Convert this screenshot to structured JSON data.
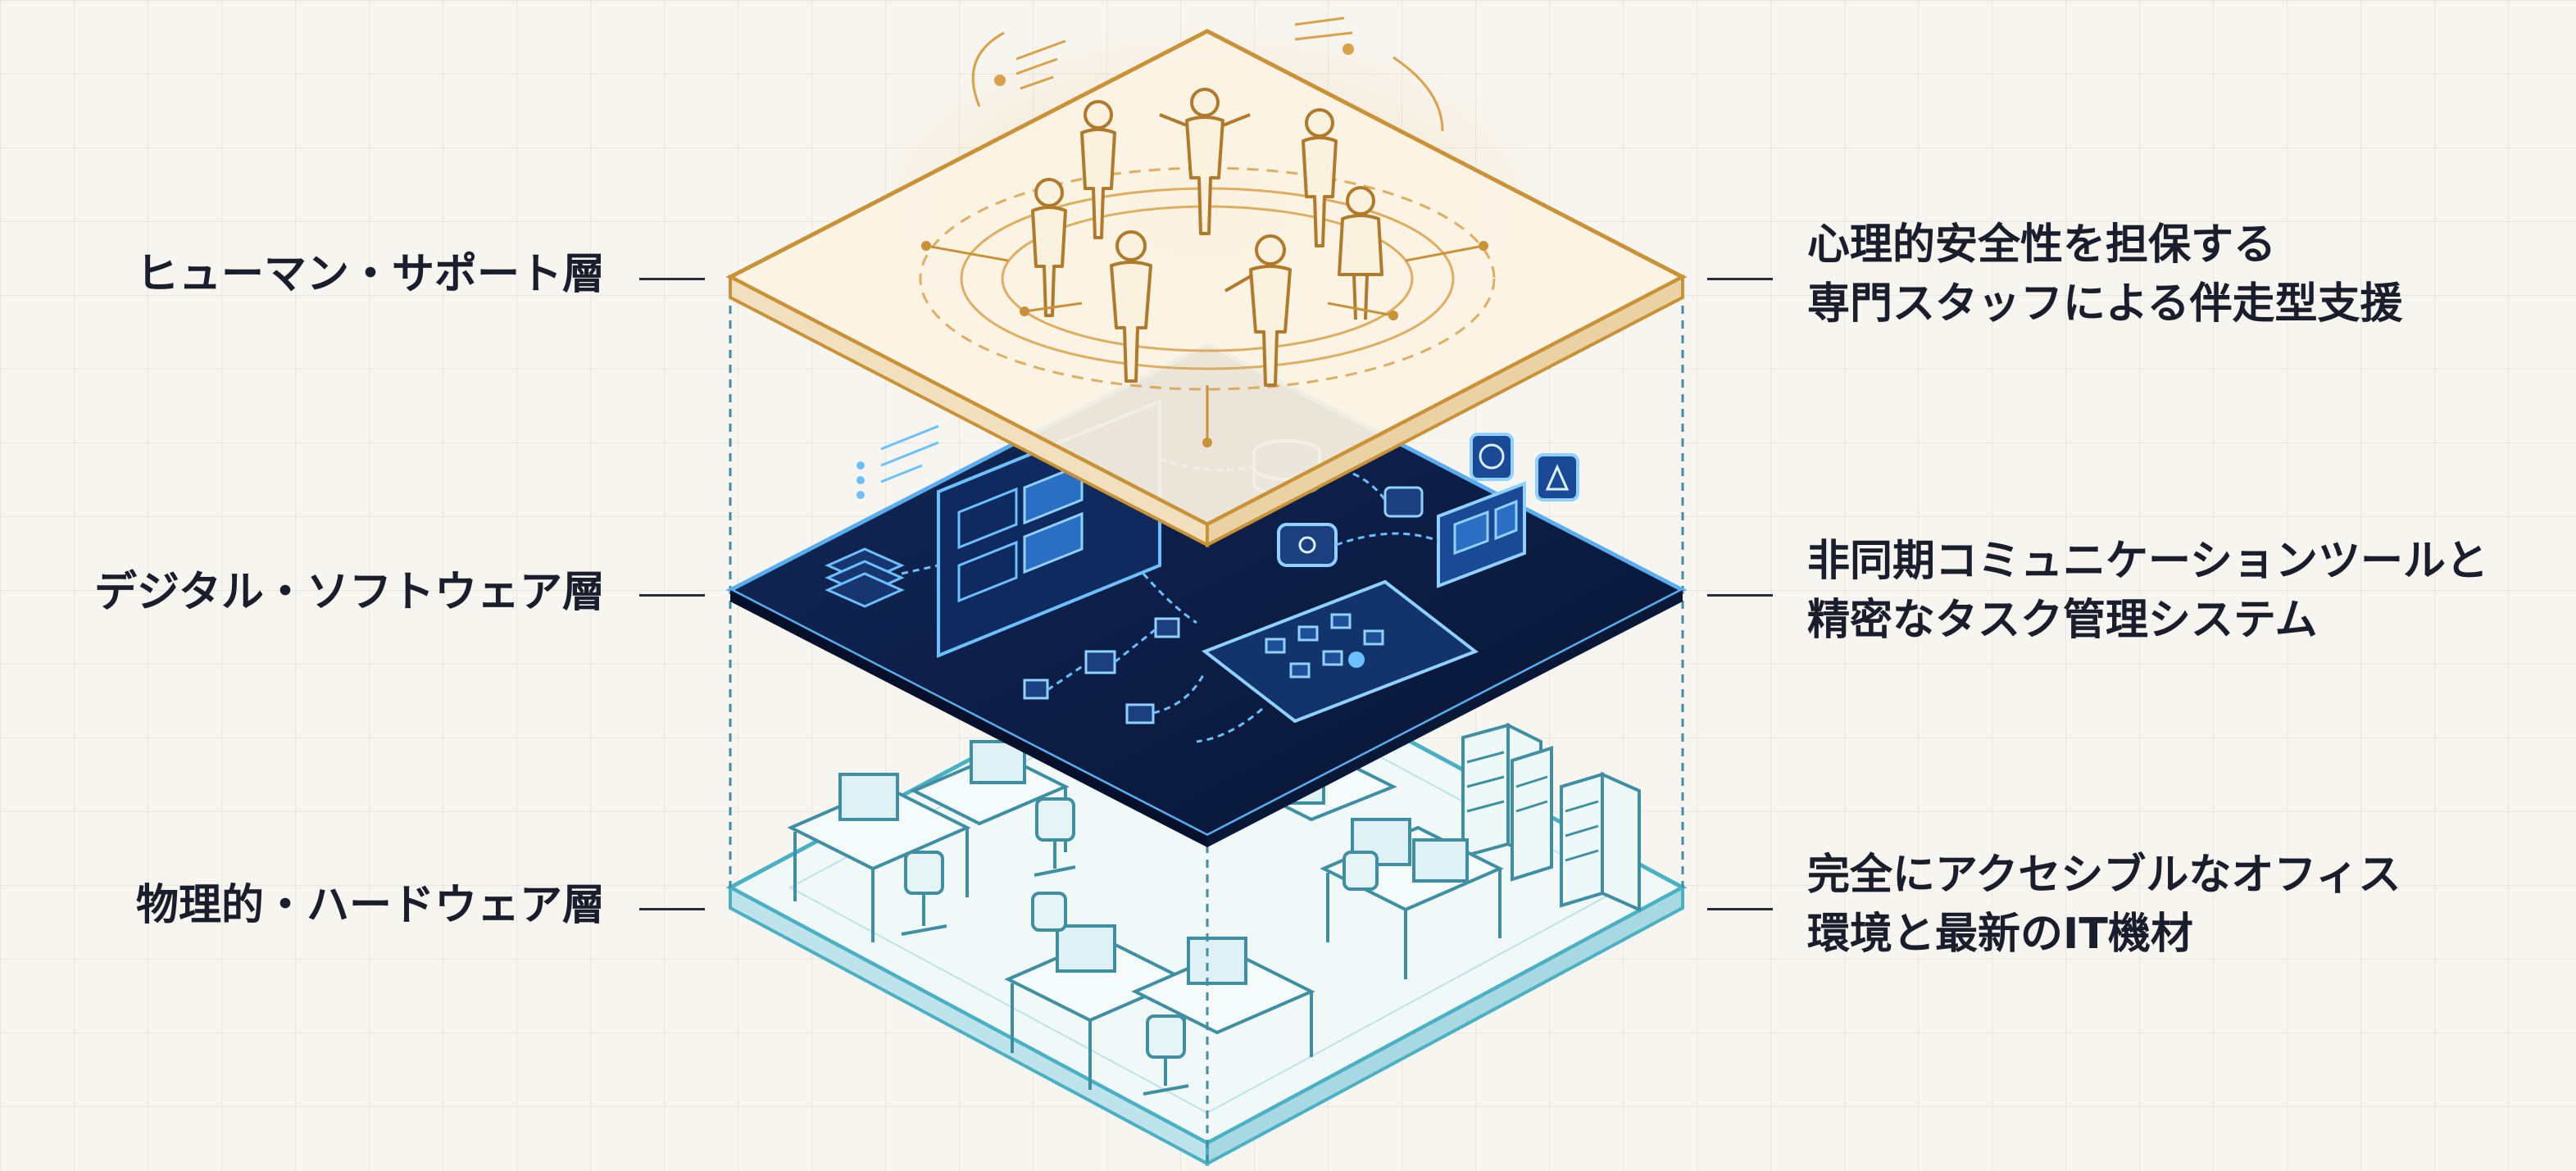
{
  "layers": [
    {
      "id": "human",
      "title": "ヒューマン・サポート層",
      "description_lines": [
        "心理的安全性を担保する",
        "専門スタッフによる伴走型支援"
      ],
      "accent_color": "#d9a24a"
    },
    {
      "id": "digital",
      "title": "デジタル・ソフトウェア層",
      "description_lines": [
        "非同期コミュニケーションツールと",
        "精密なタスク管理システム"
      ],
      "accent_color": "#4a9ae8"
    },
    {
      "id": "physical",
      "title": "物理的・ハードウェア層",
      "description_lines": [
        "完全にアクセシブルなオフィス",
        "環境と最新のIT機材"
      ],
      "accent_color": "#4ab0c4"
    }
  ],
  "colors": {
    "background": "#f7f5ef",
    "text": "#1a1d2b",
    "digital_surface": "#0b1a3d",
    "human_line": "#c99237",
    "physical_line": "#3aa0b6"
  }
}
